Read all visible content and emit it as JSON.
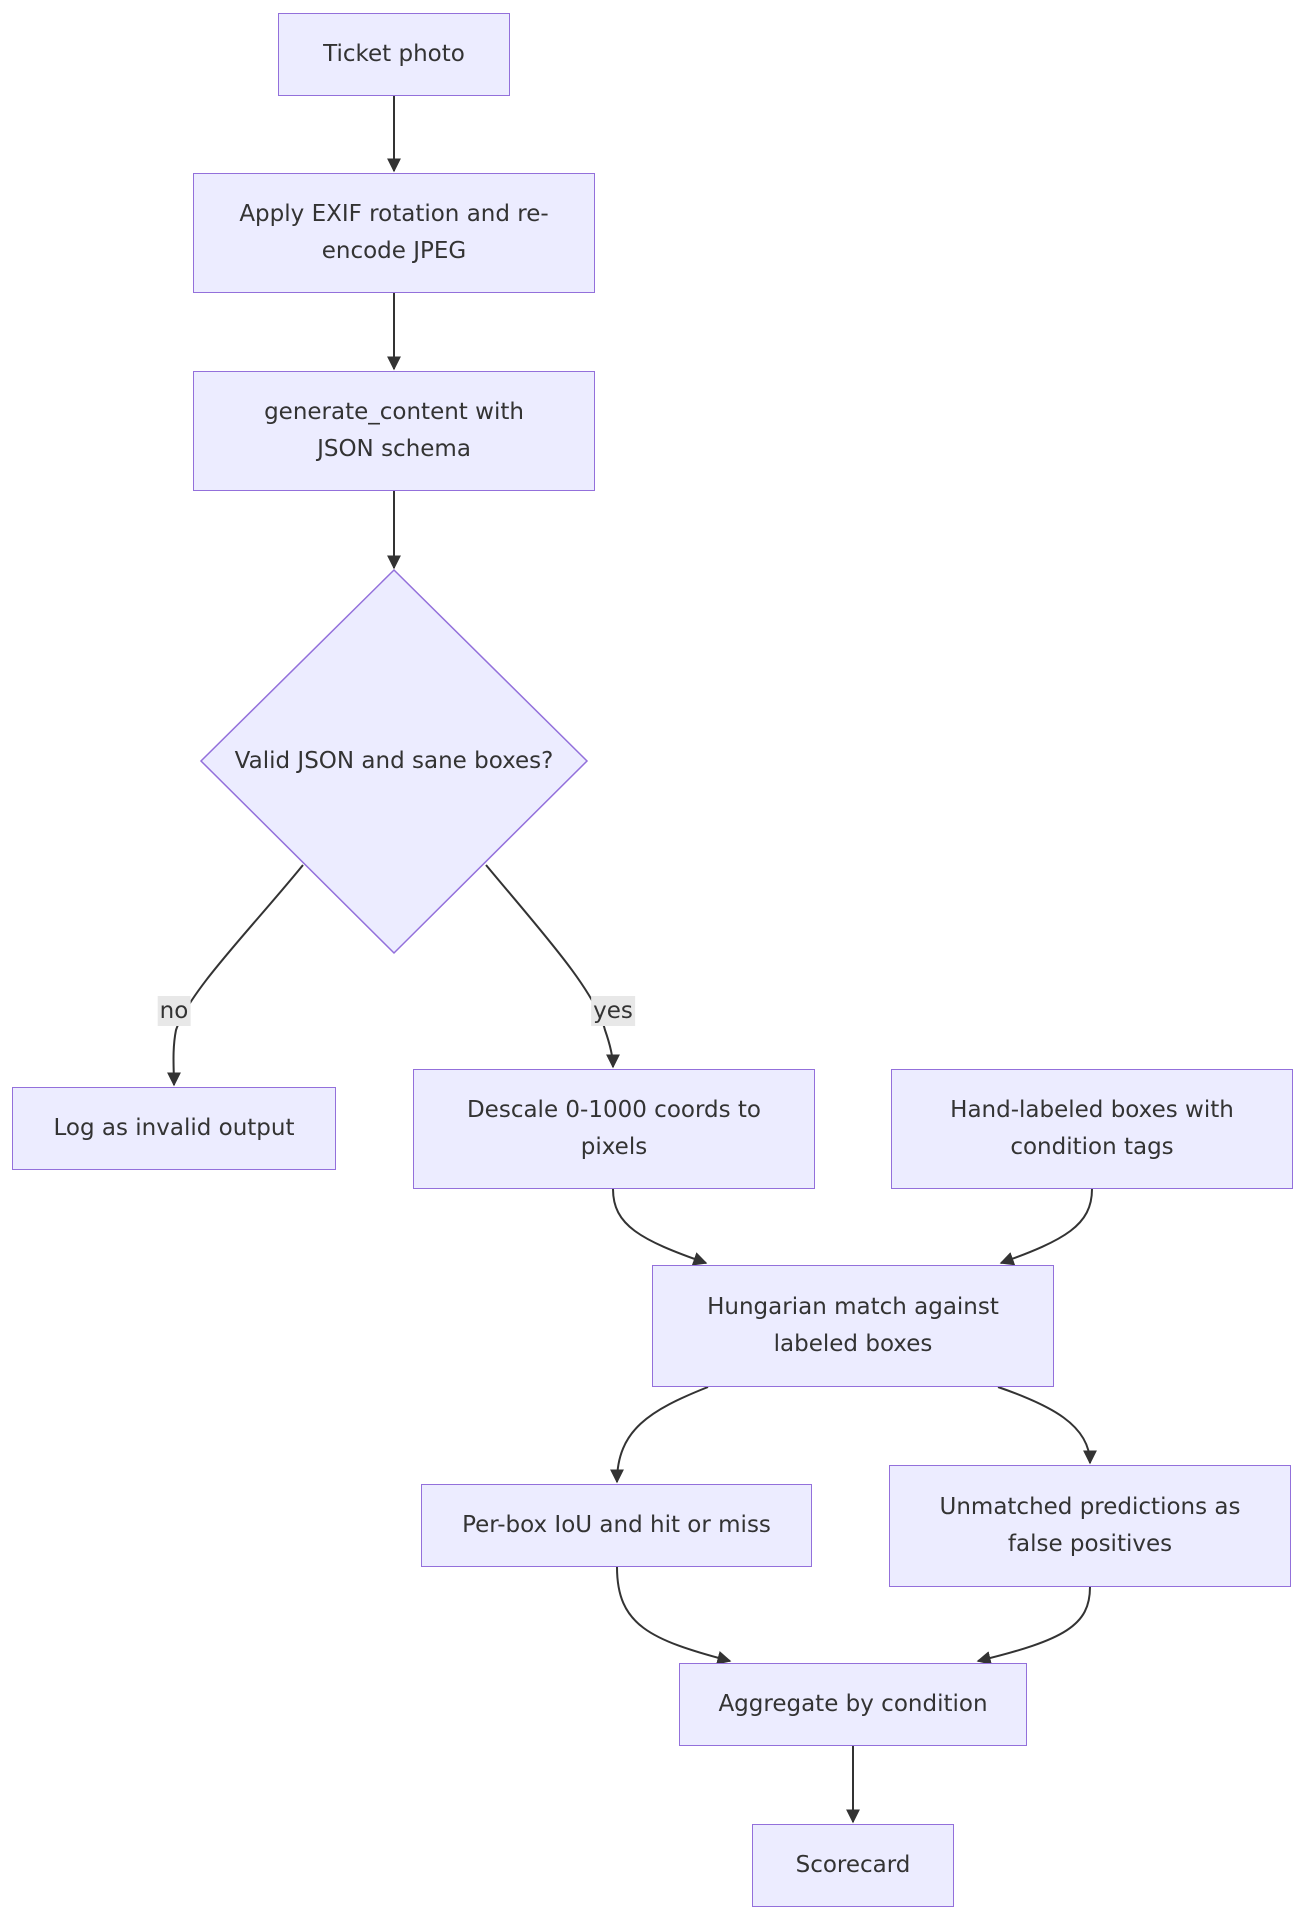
{
  "diagram": {
    "colors": {
      "node_fill": "#ECECFF",
      "node_stroke": "#9370DB",
      "edge": "#333333",
      "text": "#333333",
      "edge_label_bg": "#e8e8e8"
    },
    "nodes": {
      "ticket_photo": "Ticket photo",
      "apply_exif": "Apply EXIF rotation and re-encode JPEG",
      "generate_content": "generate_content with JSON schema",
      "decision": "Valid JSON and sane boxes?",
      "log_invalid": "Log as invalid output",
      "descale": "Descale 0-1000 coords to pixels",
      "hand_labeled": "Hand-labeled boxes with condition tags",
      "hungarian": "Hungarian match against labeled boxes",
      "per_box": "Per-box IoU and hit or miss",
      "unmatched": "Unmatched predictions as false positives",
      "aggregate": "Aggregate by condition",
      "scorecard": "Scorecard"
    },
    "edge_labels": {
      "no": "no",
      "yes": "yes"
    }
  }
}
